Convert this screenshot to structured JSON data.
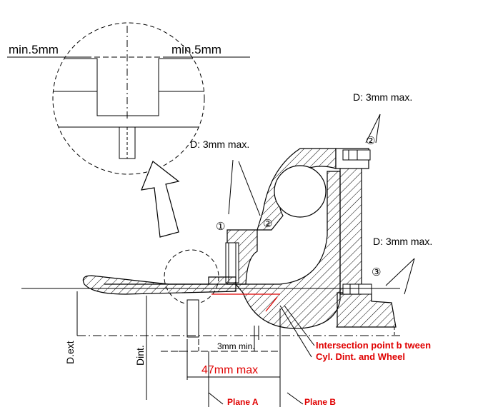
{
  "detail": {
    "min_left": "min.5mm",
    "min_right": "min.5mm"
  },
  "labels": {
    "d3_upper_right": "D: 3mm  max.",
    "d3_center": "D: 3mm  max.",
    "d3_right": "D: 3mm  max.",
    "mark_1": "①",
    "mark_2": "②",
    "mark_2_top": "②",
    "mark_3": "③",
    "three_mm_min": "3mm  min.",
    "d_ext": "D.ext",
    "d_int": "Dint."
  },
  "red_labels": {
    "intersection_line1": "Intersection point b tween",
    "intersection_line2": "Cyl. Dint.  and Wheel",
    "max_47": "47mm  max",
    "plane_a": "Plane  A",
    "plane_b": "Plane  B"
  },
  "colors": {
    "ink": "#000000",
    "annotation_red": "#e00000"
  }
}
